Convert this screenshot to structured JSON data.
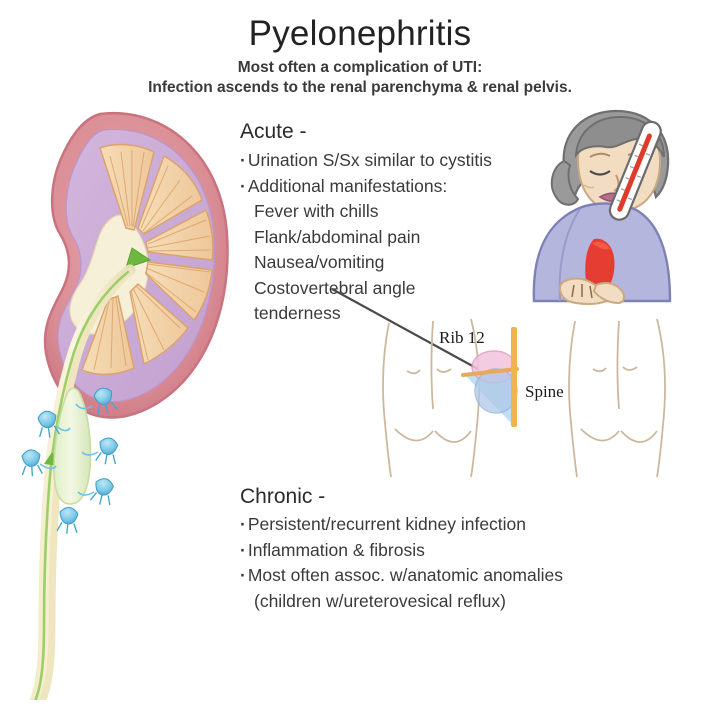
{
  "header": {
    "title": "Pyelonephritis",
    "subtitle_line1": "Most often a complication of UTI:",
    "subtitle_line2": "Infection ascends to the renal parenchyma & renal pelvis."
  },
  "acute": {
    "heading": "Acute -",
    "items": [
      {
        "text": "Urination S/Sx similar to cystitis",
        "bullet": true,
        "indent": false
      },
      {
        "text": "Additional manifestations:",
        "bullet": true,
        "indent": false
      },
      {
        "text": "Fever with chills",
        "bullet": false,
        "indent": true
      },
      {
        "text": "Flank/abdominal pain",
        "bullet": false,
        "indent": true
      },
      {
        "text": "Nausea/vomiting",
        "bullet": false,
        "indent": true
      },
      {
        "text": "Costovertebral angle",
        "bullet": false,
        "indent": true
      },
      {
        "text": "tenderness",
        "bullet": false,
        "indent": true
      }
    ]
  },
  "chronic": {
    "heading": "Chronic -",
    "items": [
      {
        "text": "Persistent/recurrent kidney infection",
        "bullet": true,
        "indent": false
      },
      {
        "text": "Inflammation & fibrosis",
        "bullet": true,
        "indent": false
      },
      {
        "text": "Most often assoc. w/anatomic anomalies",
        "bullet": true,
        "indent": false
      },
      {
        "text": "(children w/ureterovesical reflux)",
        "bullet": false,
        "indent": true
      }
    ]
  },
  "anatomy_labels": {
    "rib": "Rib 12",
    "spine": "Spine"
  },
  "illustrations": {
    "kidney": "kidney-cross-section-illustration",
    "ureter": "ureter-with-bacteria-illustration",
    "patient": "elderly-woman-flank-pain-illustration",
    "thermometer": "thermometer-illustration",
    "back_view": "posterior-torso-costovertebral-angle-illustration",
    "leader_line": "leader-line-to-costovertebral-angle"
  },
  "colors": {
    "kidney_capsule": "#d98c94",
    "kidney_capsule_dark": "#c9737f",
    "kidney_medulla": "#c9a8d4",
    "kidney_pyramid": "#f0cfa0",
    "kidney_pyramid_line": "#dba26a",
    "renal_pelvis": "#f7f0d8",
    "ureter": "#e4efc8",
    "bacteria": "#6ec6e8",
    "infection_arrow": "#7cc04a",
    "pain_red": "#ea3323",
    "shirt": "#b5b6dd",
    "hair": "#9a9a9a",
    "skin": "#f2dcc0",
    "cva_triangle": "#b8dced",
    "rib_line": "#e8a95c",
    "spine_bar": "#f0b44e",
    "kidney_outline_pink": "#f0bcd8",
    "kidney_outline_blue": "#aec9e8",
    "body_outline": "#cdb89d",
    "text_dark": "#3a3a3a",
    "title_dark": "#222222",
    "leader": "#4a4a4a"
  }
}
